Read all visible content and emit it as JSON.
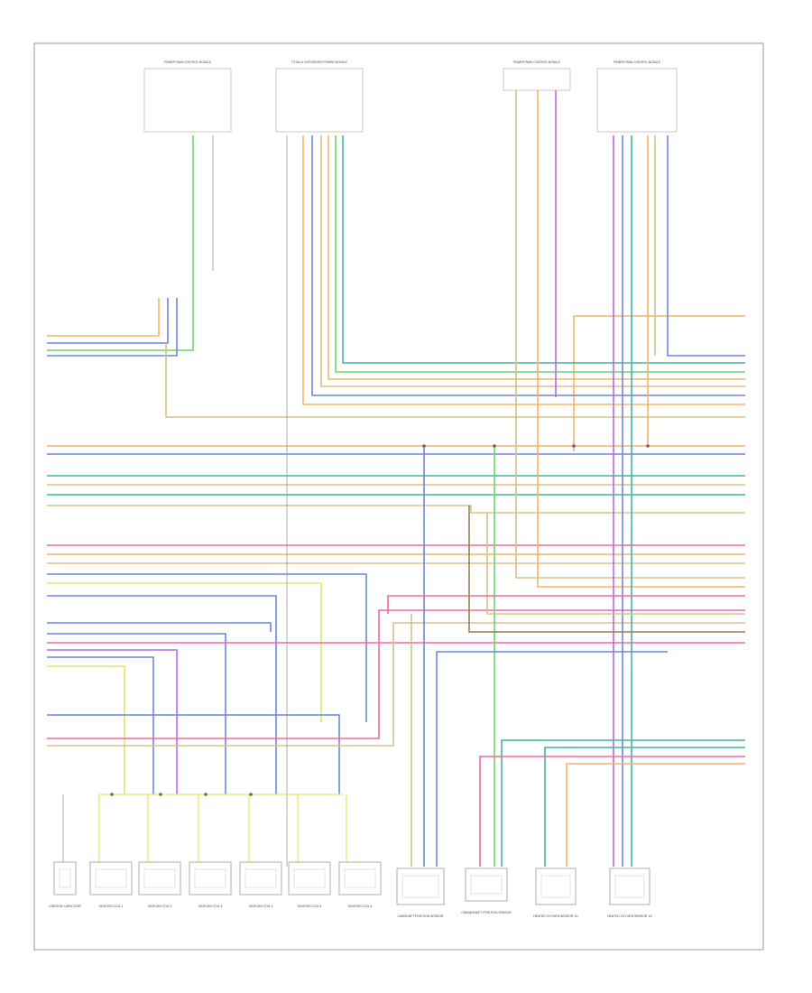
{
  "diagram": {
    "page_id": "",
    "bottom_components": [
      {
        "label": "IGNITION CAPACITOR"
      },
      {
        "label": "IGNITION COIL 1"
      },
      {
        "label": "IGNITION COIL 2"
      },
      {
        "label": "IGNITION COIL 3"
      },
      {
        "label": "IGNITION COIL 4"
      },
      {
        "label": "IGNITION COIL 5"
      },
      {
        "label": "IGNITION COIL 6"
      },
      {
        "label": "CAMSHAFT POSITION SENSOR"
      },
      {
        "label": "CRANKSHAFT POSITION SENSOR"
      },
      {
        "label": "HEATED OXYGEN SENSOR 1/1"
      },
      {
        "label": "HEATED OXYGEN SENSOR 1/2"
      }
    ],
    "top_components": [
      {
        "label": "POWERTRAIN CONTROL MODULE"
      },
      {
        "label": "TOTALLY INTEGRATED POWER MODULE"
      },
      {
        "label": "POWERTRAIN CONTROL MODULE"
      },
      {
        "label": "POWERTRAIN CONTROL MODULE"
      }
    ],
    "colors": {
      "orange": "#f4b36a",
      "tan": "#d8c08a",
      "blue": "#6f86e0",
      "green": "#6fd36f",
      "teal": "#3fb59a",
      "pink": "#f06aa6",
      "purple": "#b86ae6",
      "yellow": "#e8e36a",
      "gray": "#9a9a9a",
      "brown": "#9a7d55"
    }
  }
}
